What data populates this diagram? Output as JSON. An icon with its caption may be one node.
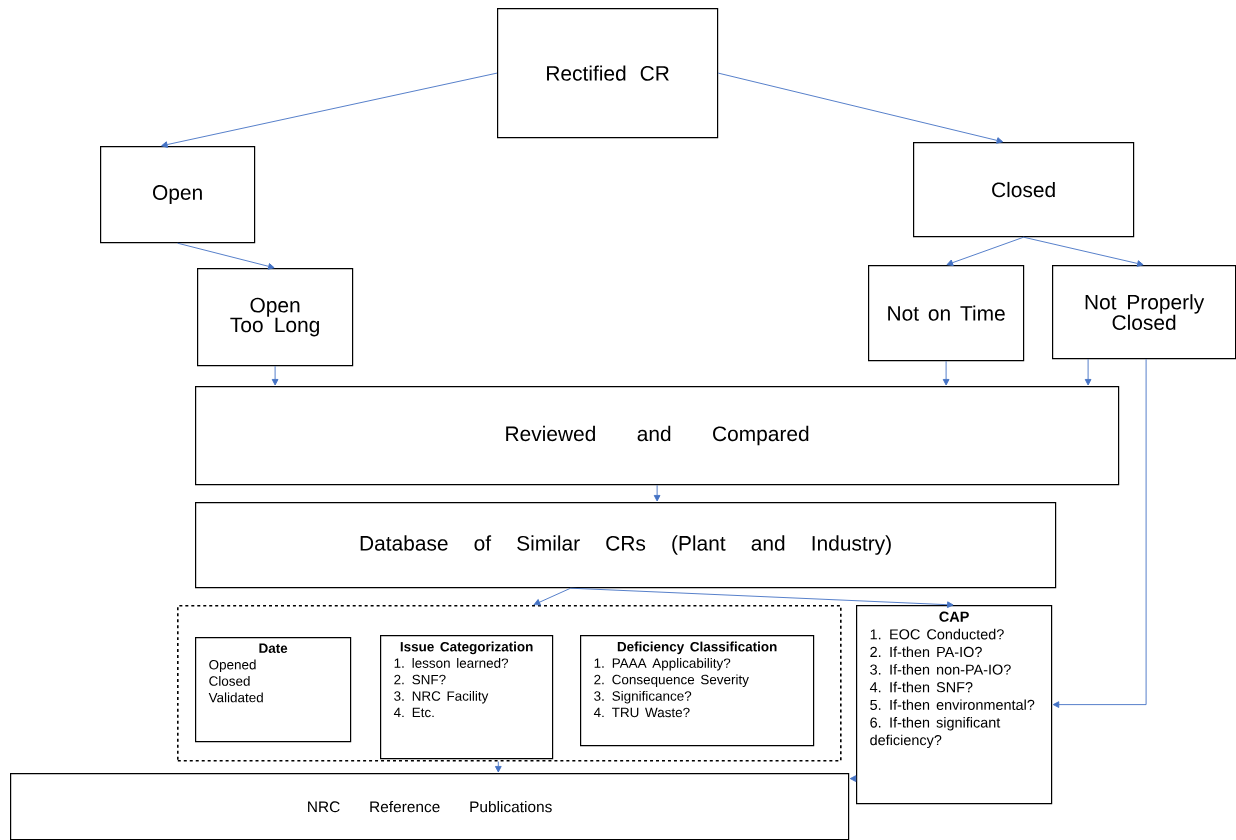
{
  "diagram": {
    "nodes": [
      {
        "text": [
          "Rectified CR"
        ]
      },
      {
        "text": [
          "Open"
        ]
      },
      {
        "text": [
          "Closed"
        ]
      },
      {
        "text": [
          "Open Too Long"
        ]
      },
      {
        "text": [
          "Not on Time"
        ]
      },
      {
        "text": [
          "Not Properly Closed"
        ]
      },
      {
        "text": [
          "Reviewed and Compared"
        ]
      },
      {
        "text": [
          "Database of Similar CRs (Plant and Industry)"
        ]
      },
      {
        "text": [],
        "shape": "box"
      },
      {
        "text": [
          "Date",
          "Opened",
          "Closed",
          "Validated"
        ],
        "in": 8
      },
      {
        "text": [
          "Issue Categorization",
          "1. lesson learned?",
          "2. SNF?",
          "3. NRC Facility",
          "4. Etc."
        ],
        "in": 8
      },
      {
        "text": [
          "Deficiency Classification",
          "1. PAAA Applicability?",
          "2. Consequence Severity",
          "3. Significance?",
          "4. TRU Waste?"
        ],
        "in": 8
      },
      {
        "text": [
          "CAP",
          "1. EOC Conducted?",
          "2. If-then PA-IO?",
          "3. If-then non-PA-IO?",
          "4. If-then SNF?",
          "5. If-then environmental?",
          "6. If-then significant deficiency?"
        ]
      },
      {
        "text": [
          "NRC Reference Publications"
        ]
      }
    ],
    "edges": [
      {
        "from": 0,
        "to": 1,
        "arrow": "to"
      },
      {
        "from": 0,
        "to": 2,
        "arrow": "to"
      },
      {
        "from": 1,
        "to": 3,
        "arrow": "to"
      },
      {
        "from": 2,
        "to": 4,
        "arrow": "to"
      },
      {
        "from": 2,
        "to": 5,
        "arrow": "to"
      },
      {
        "from": 3,
        "to": 6,
        "arrow": "to"
      },
      {
        "from": 4,
        "to": 6,
        "arrow": "to"
      },
      {
        "from": 5,
        "to": 6,
        "arrow": "to"
      },
      {
        "from": 5,
        "to": 12,
        "arrow": "to"
      },
      {
        "from": 6,
        "to": 7,
        "arrow": "to"
      },
      {
        "from": 7,
        "to": 8,
        "arrow": "to"
      },
      {
        "from": 7,
        "to": 12,
        "arrow": "to"
      },
      {
        "from": 8,
        "to": 13,
        "arrow": "to"
      },
      {
        "from": 12,
        "to": 13,
        "arrow": "to"
      }
    ]
  }
}
